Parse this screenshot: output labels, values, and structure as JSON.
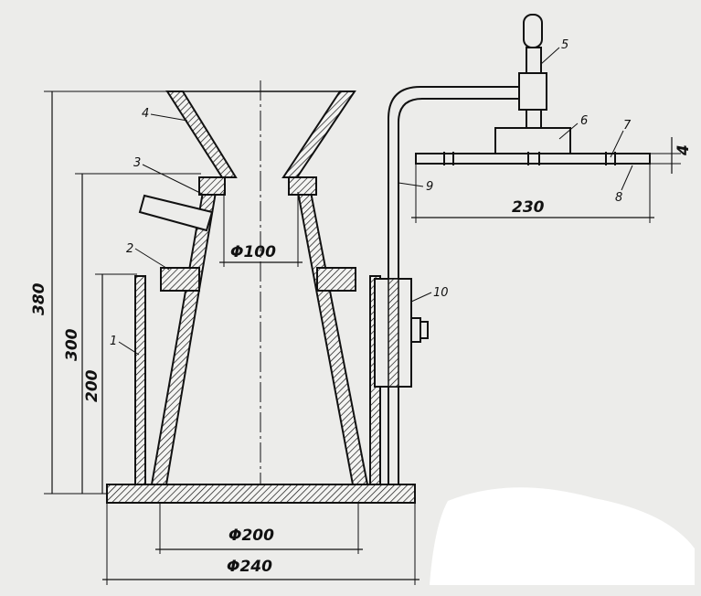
{
  "drawing": {
    "dimensions": {
      "overall_height": "380",
      "cone_height": "300",
      "ring_height": "200",
      "top_diameter": "Φ100",
      "bottom_diameter": "Φ200",
      "base_diameter": "Φ240",
      "arm_length": "230",
      "plate_thickness": "4"
    },
    "callouts": [
      "1",
      "2",
      "3",
      "4",
      "5",
      "6",
      "7",
      "8",
      "9",
      "10"
    ]
  }
}
